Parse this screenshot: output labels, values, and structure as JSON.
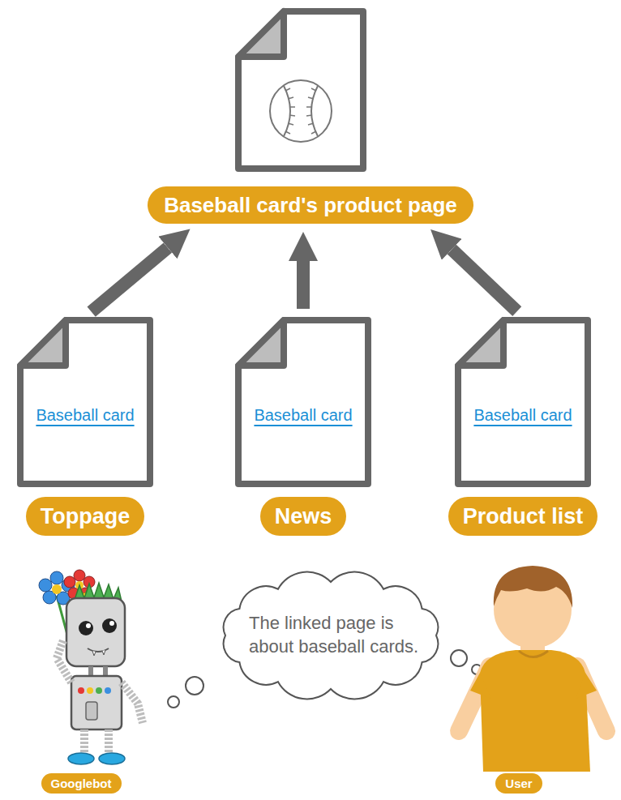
{
  "diagram": {
    "nodes": [
      {
        "text": [
          "Baseball card's product page"
        ]
      },
      {
        "text": [
          "Baseball card",
          "Toppage"
        ]
      },
      {
        "text": [
          "Baseball card",
          "News"
        ]
      },
      {
        "text": [
          "Baseball card",
          "Product list"
        ]
      },
      {
        "text": [
          "The linked page is about baseball cards."
        ]
      },
      {
        "text": [
          "Googlebot"
        ]
      },
      {
        "text": [
          "User"
        ]
      }
    ],
    "edges": [
      {
        "from": 1,
        "to": 0,
        "arrow": "to"
      },
      {
        "from": 2,
        "to": 0,
        "arrow": "to"
      },
      {
        "from": 3,
        "to": 0,
        "arrow": "to"
      }
    ]
  }
}
